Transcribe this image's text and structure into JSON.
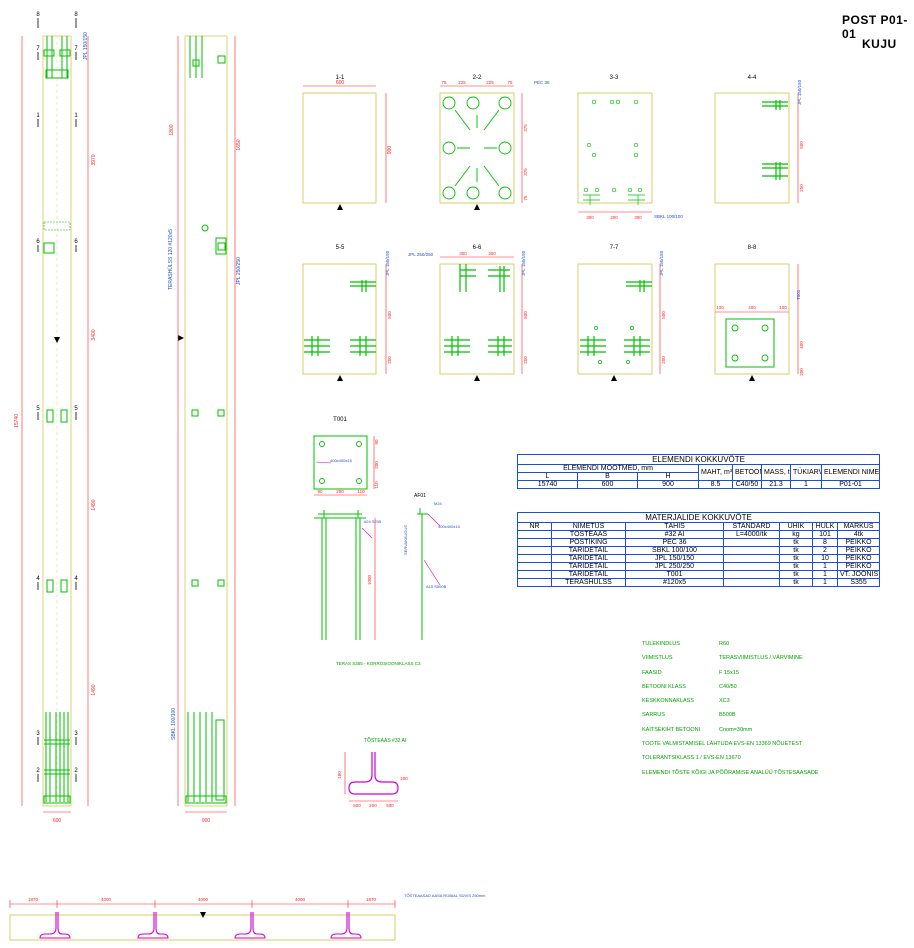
{
  "title": {
    "line1": "POST P01-01",
    "line2": "KUJU"
  },
  "sections": [
    {
      "id": "1-1",
      "label": "1-1"
    },
    {
      "id": "2-2",
      "label": "2-2"
    },
    {
      "id": "3-3",
      "label": "3-3"
    },
    {
      "id": "4-4",
      "label": "4-4"
    },
    {
      "id": "5-5",
      "label": "5-5"
    },
    {
      "id": "6-6",
      "label": "6-6"
    },
    {
      "id": "7-7",
      "label": "7-7"
    },
    {
      "id": "8-8",
      "label": "8-8"
    }
  ],
  "column_markers": [
    "8",
    "7",
    "1",
    "6",
    "5",
    "4",
    "3",
    "2"
  ],
  "dims": {
    "total_length": "15740",
    "front_segments": [
      "3970",
      "3400",
      "1490",
      "1490"
    ],
    "front_width": "600",
    "side_width": "900",
    "side_segments": [
      "1800",
      "1650"
    ],
    "s1_width": "600",
    "s1_height": "900",
    "s2_top": [
      "75",
      "225",
      "225",
      "75"
    ],
    "s2_side": [
      "375",
      "375",
      "75"
    ],
    "s3_bottom": [
      "300",
      "200",
      "300"
    ],
    "s4_side": [
      "500",
      "250"
    ],
    "s5_side": [
      "500",
      "250"
    ],
    "s6_top": [
      "300",
      "300"
    ],
    "s6_side": [
      "500",
      "250"
    ],
    "s7_side": [
      "500",
      "250"
    ],
    "s8_top": [
      "100",
      "400",
      "100"
    ],
    "s8_side": [
      "400",
      "200"
    ],
    "t001_side": [
      "90",
      "200",
      "110"
    ],
    "t001_bottom": [
      "90",
      "200",
      "110"
    ],
    "lift_side": [
      "180",
      "200"
    ],
    "lift_bottom": [
      "500",
      "200",
      "500"
    ],
    "strip_segments": [
      "1870",
      "4000",
      "4000",
      "4000",
      "1870"
    ],
    "t001_len": "1000"
  },
  "labels": {
    "jpl_150": "JPL 150/150",
    "jpl_250": "JPL 250/250",
    "pec": "PEC 36",
    "sbkl": "SBKL 100/100",
    "teras_label": "TERASHÜLSS 120 #120x5",
    "t001": "T001",
    "afoo": "AF01",
    "plate": "400x400x15",
    "m24": "M24",
    "a15": "A15 S500B",
    "m24_note": "#24 S235",
    "t001_caption": "TERAS S355 - KORROSIOONIKLASS C3",
    "lift": "TÕSTEAAS #32 AI",
    "strip_note": "TÕSTEAASAD\nAASA ROBIAL SÜVIS 250mm",
    "afoo_side": "SERVAKAUGUS"
  },
  "summary_table": {
    "caption": "ELEMENDI KOKKUVÕTE",
    "group": "ELEMENDI MÕÕTMED, mm",
    "headers": [
      "L",
      "B",
      "H"
    ],
    "extra_headers": [
      "MAHT, m³",
      "BETOON",
      "MASS, t",
      "TÜKIARV",
      "ELEMENDI NIMETUS"
    ],
    "row": [
      "15740",
      "600",
      "900",
      "8.5",
      "C40/50",
      "21.3",
      "1",
      "P01-01"
    ]
  },
  "materials_table": {
    "caption": "MATERJALIDE KOKKUVÕTE",
    "headers": [
      "NR",
      "NIMETUS",
      "TÄHIS",
      "STANDARD",
      "ÜHIK",
      "HULK",
      "MÄRKUS"
    ],
    "rows": [
      [
        "",
        "TÕSTEAAS",
        "#32 AI",
        "L=4000/tk",
        "kg",
        "101",
        "4tk"
      ],
      [
        "",
        "POSTIKING",
        "PEC 36",
        "",
        "tk",
        "8",
        "PEIKKO"
      ],
      [
        "",
        "TARIDETAIL",
        "SBKL 100/100",
        "",
        "tk",
        "2",
        "PEIKKO"
      ],
      [
        "",
        "TARIDETAIL",
        "JPL 150/150",
        "",
        "tk",
        "10",
        "PEIKKO"
      ],
      [
        "",
        "TARIDETAIL",
        "JPL 250/250",
        "",
        "tk",
        "1",
        "PEIKKO"
      ],
      [
        "",
        "TARIDETAIL",
        "T001",
        "",
        "tk",
        "1",
        "VT. JOONIS"
      ],
      [
        "",
        "TERASHÜLSS",
        "#120x5",
        "",
        "tk",
        "1",
        "S355"
      ]
    ]
  },
  "notes": [
    {
      "label": "TULEKINDLUS",
      "value": "R60"
    },
    {
      "label": "VIIMISTLUS",
      "value": "TERASVIIMISTLUS / VÄRVIMINE"
    },
    {
      "label": "FAASID",
      "value": "F 15x15"
    },
    {
      "label": "BETOONI KLASS",
      "value": "C40/50"
    },
    {
      "label": "KESKKONNAKLASS",
      "value": "XC3"
    },
    {
      "label": "SARRUS",
      "value": "B500B"
    },
    {
      "label": "KAITSEKIHT BETOONI",
      "value": "Cnom=30mm"
    },
    {
      "label": "TOOTE VALMISTAMISEL LÄHTUDA EVS-EN 13369 NÕUETEST",
      "value": ""
    },
    {
      "label": "TOLERANTSIKLASS 1 / EVS-EN 13670",
      "value": ""
    },
    {
      "label": "ELEMENDI TÕSTE KÕIGI JA PÕÕRAMISE ANALÜÜ TÕSTESAASADE",
      "value": ""
    }
  ],
  "colors": {
    "red": "#ff2020",
    "green": "#00c000",
    "blue": "#1a4fd6",
    "cyan": "#00a0c0",
    "magenta": "#d000d0",
    "yellow": "#c8b400",
    "outline": "#d6c95a",
    "black": "#000000"
  }
}
